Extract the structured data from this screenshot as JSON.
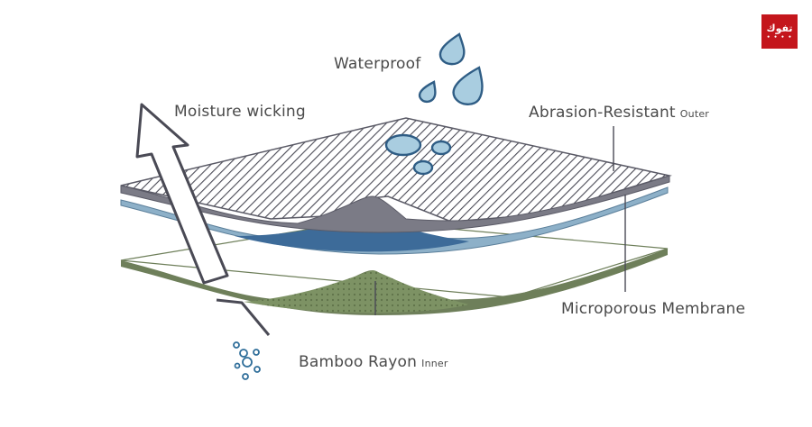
{
  "labels": {
    "waterproof": "Waterproof",
    "moisture": "Moisture wicking",
    "abrasion": "Abrasion-Resistant",
    "abrasion_sub": "Outer",
    "membrane": "Microporous Membrane",
    "bamboo": "Bamboo Rayon",
    "bamboo_sub": "Inner"
  },
  "logo": {
    "text": "تفوك",
    "dots": "• • • •"
  },
  "colors": {
    "outer_fill": "#ffffff",
    "outer_stroke": "#5a5a66",
    "membrane": "#8db0c8",
    "membrane_fill": "#3d6b99",
    "bamboo": "#6e7f5a",
    "bamboo_fill": "#7d9264",
    "drop_fill": "#a9cde0",
    "drop_stroke": "#2f5d85",
    "arrow_stroke": "#4a4a55",
    "logo_bg": "#c4161c"
  }
}
